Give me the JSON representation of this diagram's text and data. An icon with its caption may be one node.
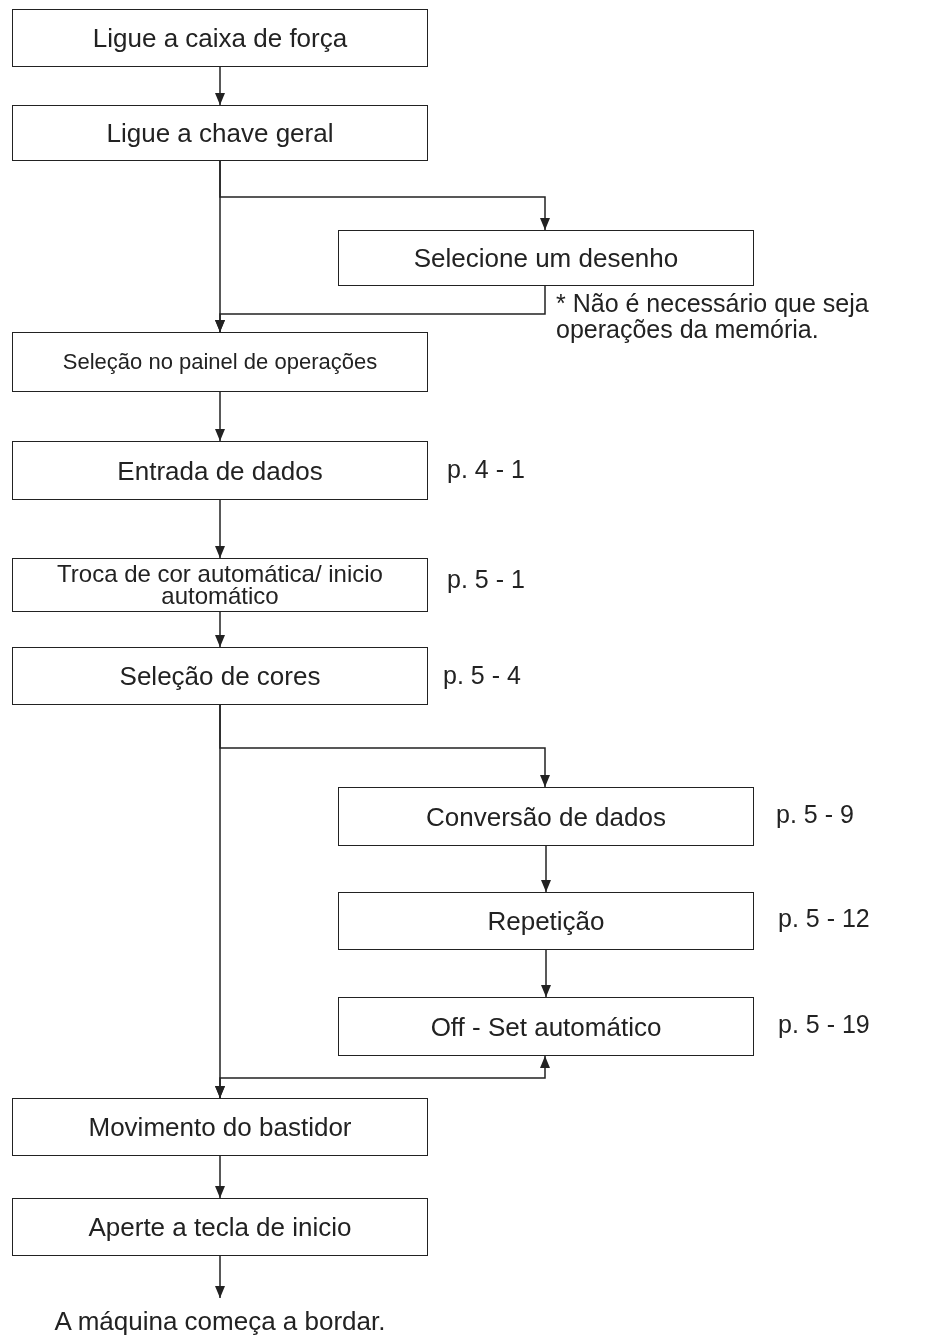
{
  "diagram": {
    "nodes": [
      {
        "text": [
          "Ligue a caixa de força"
        ]
      },
      {
        "text": [
          "Ligue a chave geral"
        ]
      },
      {
        "text": [
          "Selecione um desenho"
        ],
        "beside": [
          "* Não é necessário que seja operações da memória."
        ]
      },
      {
        "text": [
          "Seleção no painel de operações"
        ]
      },
      {
        "text": [
          "Entrada de dados"
        ],
        "beside": [
          "p. 4 - 1"
        ]
      },
      {
        "text": [
          "Troca de cor automática/ inicio automático"
        ],
        "beside": [
          "p. 5 - 1"
        ]
      },
      {
        "text": [
          "Seleção de cores"
        ],
        "beside": [
          "p. 5 - 4"
        ]
      },
      {
        "text": [
          "Conversão de dados"
        ],
        "beside": [
          "p. 5 - 9"
        ]
      },
      {
        "text": [
          "Repetição"
        ],
        "beside": [
          "p. 5 - 12"
        ]
      },
      {
        "text": [
          "Off - Set automático"
        ],
        "beside": [
          "p. 5 - 19"
        ]
      },
      {
        "text": [
          "Movimento do bastidor"
        ]
      },
      {
        "text": [
          "Aperte a tecla de inicio"
        ]
      },
      {
        "text": [
          "A máquina começa a bordar."
        ]
      }
    ],
    "edges": [
      {
        "from": 0,
        "to": 1,
        "arrow": "to"
      },
      {
        "from": 1,
        "to": 3,
        "arrow": "to"
      },
      {
        "from": 1,
        "to": 2,
        "arrow": "to"
      },
      {
        "from": 2,
        "to": 3,
        "arrow": "to"
      },
      {
        "from": 3,
        "to": 4,
        "arrow": "to"
      },
      {
        "from": 4,
        "to": 5,
        "arrow": "to"
      },
      {
        "from": 5,
        "to": 6,
        "arrow": "to"
      },
      {
        "from": 6,
        "to": 10,
        "arrow": "to"
      },
      {
        "from": 6,
        "to": 7,
        "arrow": "to"
      },
      {
        "from": 7,
        "to": 8,
        "arrow": "to"
      },
      {
        "from": 8,
        "to": 9,
        "arrow": "to"
      },
      {
        "from": 9,
        "to": 10,
        "arrow": "both"
      },
      {
        "from": 10,
        "to": 11,
        "arrow": "to"
      },
      {
        "from": 11,
        "to": 12,
        "arrow": "to"
      }
    ]
  }
}
